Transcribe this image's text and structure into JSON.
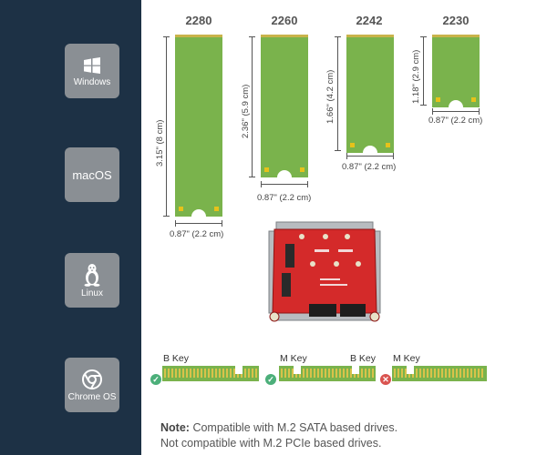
{
  "os": [
    {
      "label": "Windows",
      "icon": "windows-icon"
    },
    {
      "label": "macOS",
      "icon": "none"
    },
    {
      "label": "Linux",
      "icon": "linux-icon"
    },
    {
      "label": "Chrome OS",
      "icon": "chrome-icon"
    }
  ],
  "sizes": [
    {
      "title": "2280",
      "length": "3.15\" (8 cm)",
      "width": "0.87\" (2.2 cm)"
    },
    {
      "title": "2260",
      "length": "2.36\" (5.9 cm)",
      "width": "0.87\" (2.2 cm)"
    },
    {
      "title": "2242",
      "length": "1.66\" (4.2 cm)",
      "width": "0.87\" (2.2 cm)"
    },
    {
      "title": "2230",
      "length": "1.18\" (2.9 cm)",
      "width": "0.87\" (2.2 cm)"
    }
  ],
  "keys": {
    "b_key": "B Key",
    "m_key": "M Key",
    "bm_b_key": "B Key",
    "bm_m_key": "M Key"
  },
  "note": {
    "prefix": "Note:",
    "line1": "Compatible with M.2 SATA based drives.",
    "line2": "Not compatible with M.2 PCIe based drives."
  },
  "colors": {
    "sidebar": "#1d3145",
    "tile": "#8a8f94",
    "pcb_green": "#7ab34c",
    "ok": "#4caf7a",
    "no": "#d9534f"
  }
}
